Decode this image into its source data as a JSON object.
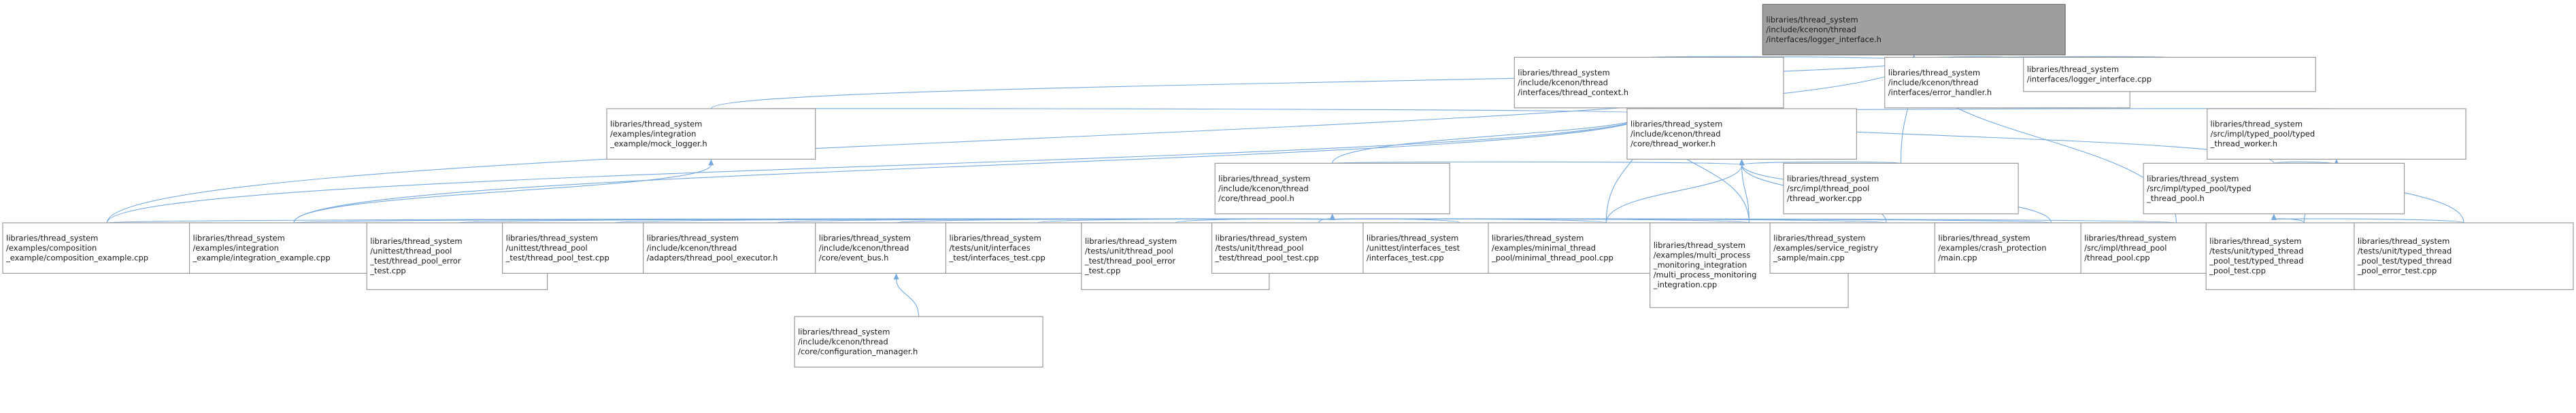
{
  "diagram": {
    "type": "include-dependency-graph",
    "colors": {
      "edge": "#76a8dc",
      "root_fill": "#9e9e9e",
      "node_border": "#9a9a9a"
    },
    "nodes": [
      {
        "id": "logger_interface_h",
        "root": true,
        "lines": [
          "libraries/thread_system",
          "/include/kcenon/thread",
          "/interfaces/logger_interface.h"
        ]
      },
      {
        "id": "thread_context_h",
        "lines": [
          "libraries/thread_system",
          "/include/kcenon/thread",
          "/interfaces/thread_context.h"
        ]
      },
      {
        "id": "error_handler_h",
        "lines": [
          "libraries/thread_system",
          "/include/kcenon/thread",
          "/interfaces/error_handler.h"
        ]
      },
      {
        "id": "logger_interface_cpp",
        "lines": [
          "libraries/thread_system",
          "/interfaces/logger_interface.cpp"
        ]
      },
      {
        "id": "mock_logger_h",
        "lines": [
          "libraries/thread_system",
          "/examples/integration",
          "_example/mock_logger.h"
        ]
      },
      {
        "id": "thread_worker_h",
        "lines": [
          "libraries/thread_system",
          "/include/kcenon/thread",
          "/core/thread_worker.h"
        ]
      },
      {
        "id": "typed_thread_worker_h",
        "lines": [
          "libraries/thread_system",
          "/src/impl/typed_pool/typed",
          "_thread_worker.h"
        ]
      },
      {
        "id": "thread_pool_h",
        "lines": [
          "libraries/thread_system",
          "/include/kcenon/thread",
          "/core/thread_pool.h"
        ]
      },
      {
        "id": "thread_worker_cpp",
        "lines": [
          "libraries/thread_system",
          "/src/impl/thread_pool",
          "/thread_worker.cpp"
        ]
      },
      {
        "id": "typed_thread_pool_h",
        "lines": [
          "libraries/thread_system",
          "/src/impl/typed_pool/typed",
          "_thread_pool.h"
        ]
      },
      {
        "id": "composition_example_cpp",
        "lines": [
          "libraries/thread_system",
          "/examples/composition",
          "_example/composition_example.cpp"
        ]
      },
      {
        "id": "integration_example_cpp",
        "lines": [
          "libraries/thread_system",
          "/examples/integration",
          "_example/integration_example.cpp"
        ]
      },
      {
        "id": "thread_pool_error_test_cpp",
        "lines": [
          "libraries/thread_system",
          "/unittest/thread_pool",
          "_test/thread_pool_error",
          "_test.cpp"
        ]
      },
      {
        "id": "unittest_thread_pool_test_cpp",
        "lines": [
          "libraries/thread_system",
          "/unittest/thread_pool",
          "_test/thread_pool_test.cpp"
        ]
      },
      {
        "id": "thread_pool_executor_h",
        "lines": [
          "libraries/thread_system",
          "/include/kcenon/thread",
          "/adapters/thread_pool_executor.h"
        ]
      },
      {
        "id": "event_bus_h",
        "lines": [
          "libraries/thread_system",
          "/include/kcenon/thread",
          "/core/event_bus.h"
        ]
      },
      {
        "id": "tests_interfaces_test_cpp",
        "lines": [
          "libraries/thread_system",
          "/tests/unit/interfaces",
          "_test/interfaces_test.cpp"
        ]
      },
      {
        "id": "tests_thread_pool_error_test_cpp",
        "lines": [
          "libraries/thread_system",
          "/tests/unit/thread_pool",
          "_test/thread_pool_error",
          "_test.cpp"
        ]
      },
      {
        "id": "tests_thread_pool_test_cpp",
        "lines": [
          "libraries/thread_system",
          "/tests/unit/thread_pool",
          "_test/thread_pool_test.cpp"
        ]
      },
      {
        "id": "unittest_interfaces_test_cpp",
        "lines": [
          "libraries/thread_system",
          "/unittest/interfaces_test",
          "/interfaces_test.cpp"
        ]
      },
      {
        "id": "minimal_thread_pool_cpp",
        "lines": [
          "libraries/thread_system",
          "/examples/minimal_thread",
          "_pool/minimal_thread_pool.cpp"
        ]
      },
      {
        "id": "multi_process_cpp",
        "lines": [
          "libraries/thread_system",
          "/examples/multi_process",
          "_monitoring_integration",
          "/multi_process_monitoring",
          "_integration.cpp"
        ]
      },
      {
        "id": "service_registry_cpp",
        "lines": [
          "libraries/thread_system",
          "/examples/service_registry",
          "_sample/main.cpp"
        ]
      },
      {
        "id": "crash_protection_cpp",
        "lines": [
          "libraries/thread_system",
          "/examples/crash_protection",
          "/main.cpp"
        ]
      },
      {
        "id": "impl_thread_pool_cpp",
        "lines": [
          "libraries/thread_system",
          "/src/impl/thread_pool",
          "/thread_pool.cpp"
        ]
      },
      {
        "id": "typed_thread_pool_test_cpp",
        "lines": [
          "libraries/thread_system",
          "/tests/unit/typed_thread",
          "_pool_test/typed_thread",
          "_pool_test.cpp"
        ]
      },
      {
        "id": "typed_thread_pool_error_test_cpp",
        "lines": [
          "libraries/thread_system",
          "/tests/unit/typed_thread",
          "_pool_test/typed_thread",
          "_pool_error_test.cpp"
        ]
      },
      {
        "id": "configuration_manager_h",
        "lines": [
          "libraries/thread_system",
          "/include/kcenon/thread",
          "/core/configuration_manager.h"
        ]
      }
    ],
    "edges": [
      [
        "logger_interface_h",
        "thread_context_h"
      ],
      [
        "logger_interface_h",
        "error_handler_h"
      ],
      [
        "logger_interface_h",
        "logger_interface_cpp"
      ],
      [
        "logger_interface_h",
        "mock_logger_h"
      ],
      [
        "logger_interface_h",
        "composition_example_cpp"
      ],
      [
        "logger_interface_h",
        "thread_worker_cpp"
      ],
      [
        "logger_interface_h",
        "impl_thread_pool_cpp"
      ],
      [
        "thread_context_h",
        "mock_logger_h"
      ],
      [
        "thread_context_h",
        "thread_worker_h"
      ],
      [
        "thread_context_h",
        "typed_thread_worker_h"
      ],
      [
        "thread_context_h",
        "thread_pool_h"
      ],
      [
        "thread_context_h",
        "typed_thread_pool_h"
      ],
      [
        "thread_context_h",
        "composition_example_cpp"
      ],
      [
        "thread_context_h",
        "integration_example_cpp"
      ],
      [
        "thread_context_h",
        "minimal_thread_pool_cpp"
      ],
      [
        "thread_context_h",
        "multi_process_cpp"
      ],
      [
        "mock_logger_h",
        "integration_example_cpp"
      ],
      [
        "thread_worker_h",
        "thread_pool_h"
      ],
      [
        "thread_worker_h",
        "thread_worker_cpp"
      ],
      [
        "thread_worker_h",
        "minimal_thread_pool_cpp"
      ],
      [
        "thread_worker_h",
        "multi_process_cpp"
      ],
      [
        "thread_worker_h",
        "service_registry_cpp"
      ],
      [
        "thread_worker_h",
        "crash_protection_cpp"
      ],
      [
        "typed_thread_worker_h",
        "typed_thread_pool_h"
      ],
      [
        "typed_thread_worker_h",
        "typed_thread_pool_test_cpp"
      ],
      [
        "typed_thread_worker_h",
        "typed_thread_pool_error_test_cpp"
      ],
      [
        "typed_thread_pool_h",
        "typed_thread_pool_test_cpp"
      ],
      [
        "typed_thread_pool_h",
        "typed_thread_pool_error_test_cpp"
      ],
      [
        "thread_pool_h",
        "composition_example_cpp"
      ],
      [
        "thread_pool_h",
        "integration_example_cpp"
      ],
      [
        "thread_pool_h",
        "thread_pool_error_test_cpp"
      ],
      [
        "thread_pool_h",
        "unittest_thread_pool_test_cpp"
      ],
      [
        "thread_pool_h",
        "thread_pool_executor_h"
      ],
      [
        "thread_pool_h",
        "event_bus_h"
      ],
      [
        "thread_pool_h",
        "tests_interfaces_test_cpp"
      ],
      [
        "thread_pool_h",
        "tests_thread_pool_error_test_cpp"
      ],
      [
        "thread_pool_h",
        "tests_thread_pool_test_cpp"
      ],
      [
        "thread_pool_h",
        "unittest_interfaces_test_cpp"
      ],
      [
        "thread_pool_h",
        "minimal_thread_pool_cpp"
      ],
      [
        "thread_pool_h",
        "multi_process_cpp"
      ],
      [
        "thread_pool_h",
        "service_registry_cpp"
      ],
      [
        "thread_pool_h",
        "crash_protection_cpp"
      ],
      [
        "thread_pool_h",
        "impl_thread_pool_cpp"
      ],
      [
        "event_bus_h",
        "configuration_manager_h"
      ]
    ]
  }
}
